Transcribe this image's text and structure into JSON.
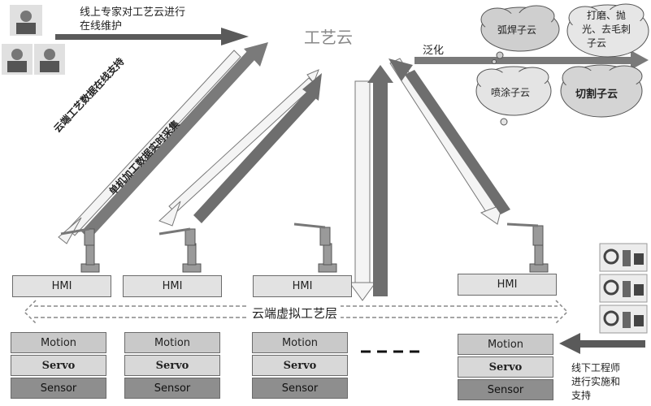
{
  "top_text": {
    "expert_line1": "线上专家对工艺云进行",
    "expert_line2": "在线维护",
    "cloud_title": "工艺云",
    "generalize": "泛化"
  },
  "sub_clouds": {
    "weld": "弧焊子云",
    "grind_line1": "打磨、抛",
    "grind_line2": "光、去毛刺",
    "grind_line3": "子云",
    "spray": "喷涂子云",
    "cut": "切割子云"
  },
  "arrow_labels": {
    "support": "云端工艺数据在线支持",
    "collect": "单机加工数据实时采集"
  },
  "layer_label": "云端虚拟工艺层",
  "stacks": [
    {
      "hmi": "HMI",
      "motion": "Motion",
      "servo": "Servo",
      "sensor": "Sensor"
    },
    {
      "hmi": "HMI",
      "motion": "Motion",
      "servo": "Servo",
      "sensor": "Sensor"
    },
    {
      "hmi": "HMI",
      "motion": "Motion",
      "servo": "Servo",
      "sensor": "Sensor"
    },
    {
      "hmi": "HMI",
      "motion": "Motion",
      "servo": "Servo",
      "sensor": "Sensor"
    }
  ],
  "ellipsis": "- - - -",
  "engineer_lines": [
    "线下工程师",
    "进行实施和",
    "支持"
  ],
  "icons": [
    "expert-person-icon",
    "robot-arm-icon",
    "engineer-icon"
  ],
  "colors": {
    "arrow_dark": "#6a6a6a",
    "arrow_light": "#f4f4f4",
    "box_border": "#6b6b6b"
  }
}
